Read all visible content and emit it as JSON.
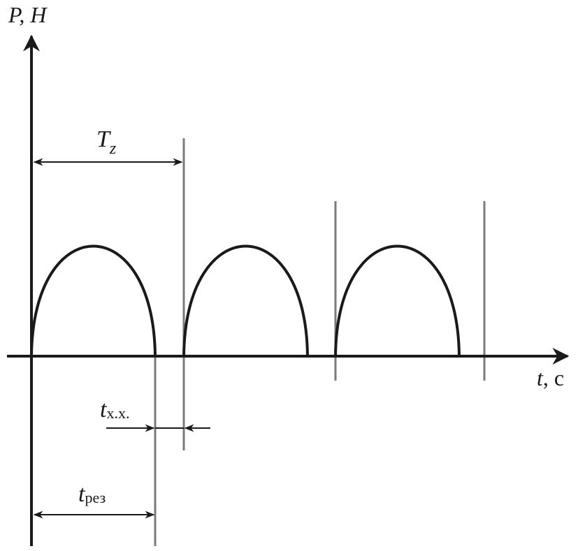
{
  "diagram": {
    "y_axis_label": "P, H",
    "x_axis_label_var": "t",
    "x_axis_label_unit": ", с",
    "period_label_main": "T",
    "period_label_sub": "z",
    "idle_label_main": "t",
    "idle_label_sub": "х.х.",
    "cut_label_main": "t",
    "cut_label_sub": "рез",
    "pulse_count": 3,
    "colors": {
      "curve": "#1a1a1a",
      "marker_lines": "#7a7a7a"
    }
  }
}
